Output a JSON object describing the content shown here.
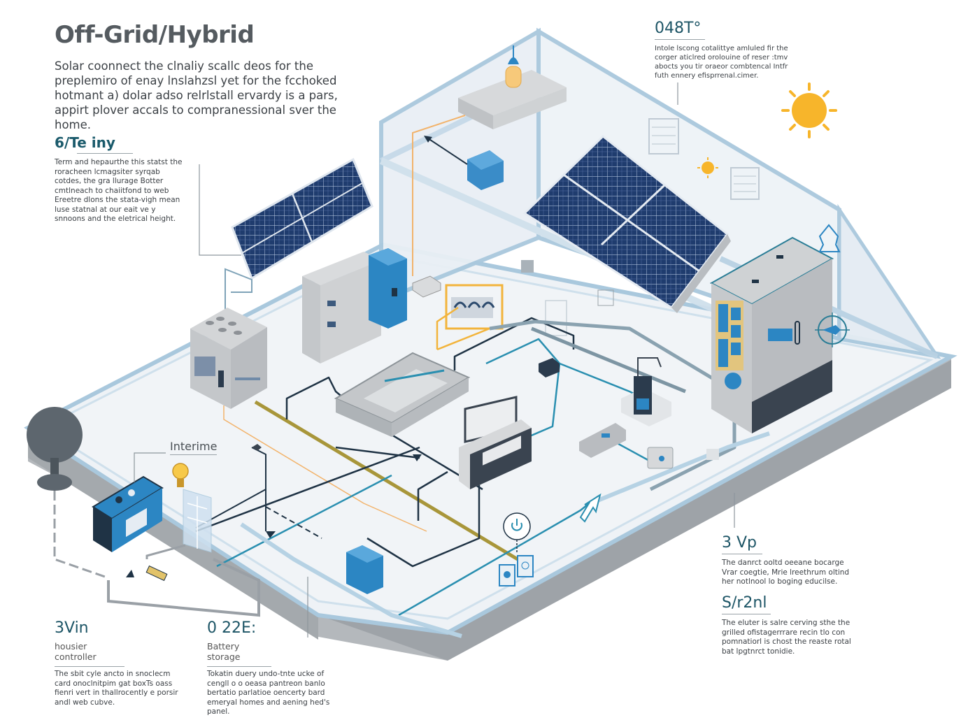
{
  "header": {
    "title": "Off-Grid/Hybrid",
    "intro": "Solar coonnect the clnaliy scallc deos for the preplemiro of enay lnslahzsl yet for the fcchoked hotmant a) dolar adso relrlstall ervardy is a pars, appirt plover accals to compranessional sver the home."
  },
  "callouts": {
    "top_left": {
      "heading": "6/Te iny",
      "body": "Term and hepaurthe this statst the roracheen lcmagsiter syrqab cotdes, the gra llurage Botter cmtlneach to chaiitfond to web Ereetre dlons the stata-vigh mean luse statnal at our eait ve y snnoons and the eletrical height."
    },
    "top_right": {
      "heading": "048T°",
      "body": "Intole lscong cotalittye amluled fir the corger aticlred orolouine of reser :tmv abocts you tir oraeor combtencal Intfr futh ennery efisprrenal.cimer."
    },
    "right_mid": {
      "heading": "3 Vp",
      "body": "The danrct ooltd oeeane bocarge Vrar coegtie, Mrie lreethrum oltind her notlnool lo boging educilse."
    },
    "right_low": {
      "heading": "S/r2nl",
      "body": "The eluter is salre cerving sthe the grilled ofistagerrrare recin tlo con pomnatiorl is chost the reaste rotal bat lpgtnrct tonidie."
    },
    "bottom_left": {
      "heading": "3Vin",
      "subtitle": "housier controller",
      "body": "The sbit cyle ancto in snoclecm card onoclnitpim gat boxTs oass fienri vert in thallrocently e porsir andl web cubve."
    },
    "bottom_mid": {
      "heading": "0 22E:",
      "subtitle": "Battery storage",
      "body": "Tokatin duery undo-tnte ucke of cengll o o oeasa pantreon banlo bertatio parlatioe oencerty bard emeryal homes and aening hed's panel."
    },
    "inline_label": {
      "text": "Interime"
    }
  },
  "colors": {
    "panel": "#1f3c6e",
    "panel_grid": "#d6e2f2",
    "floor": "#eef2f6",
    "wall_edge": "#a9c8dd",
    "accent_blue": "#2c86c3",
    "cable_teal": "#2a8fb0",
    "cable_dark": "#1f3345",
    "cable_gold": "#a8963a",
    "cable_orange": "#f2b36b",
    "sun": "#f7b52b",
    "cabinet_gray": "#c9cbcd",
    "cabinet_dark": "#3a4450"
  },
  "icons": [
    "sun-icon",
    "small-sun-icon",
    "light-bulb-icon",
    "pendant-lamp-icon",
    "satellite-dish-icon",
    "power-symbol-icon",
    "compass-target-icon",
    "house-network-icon",
    "arrow-icon"
  ]
}
